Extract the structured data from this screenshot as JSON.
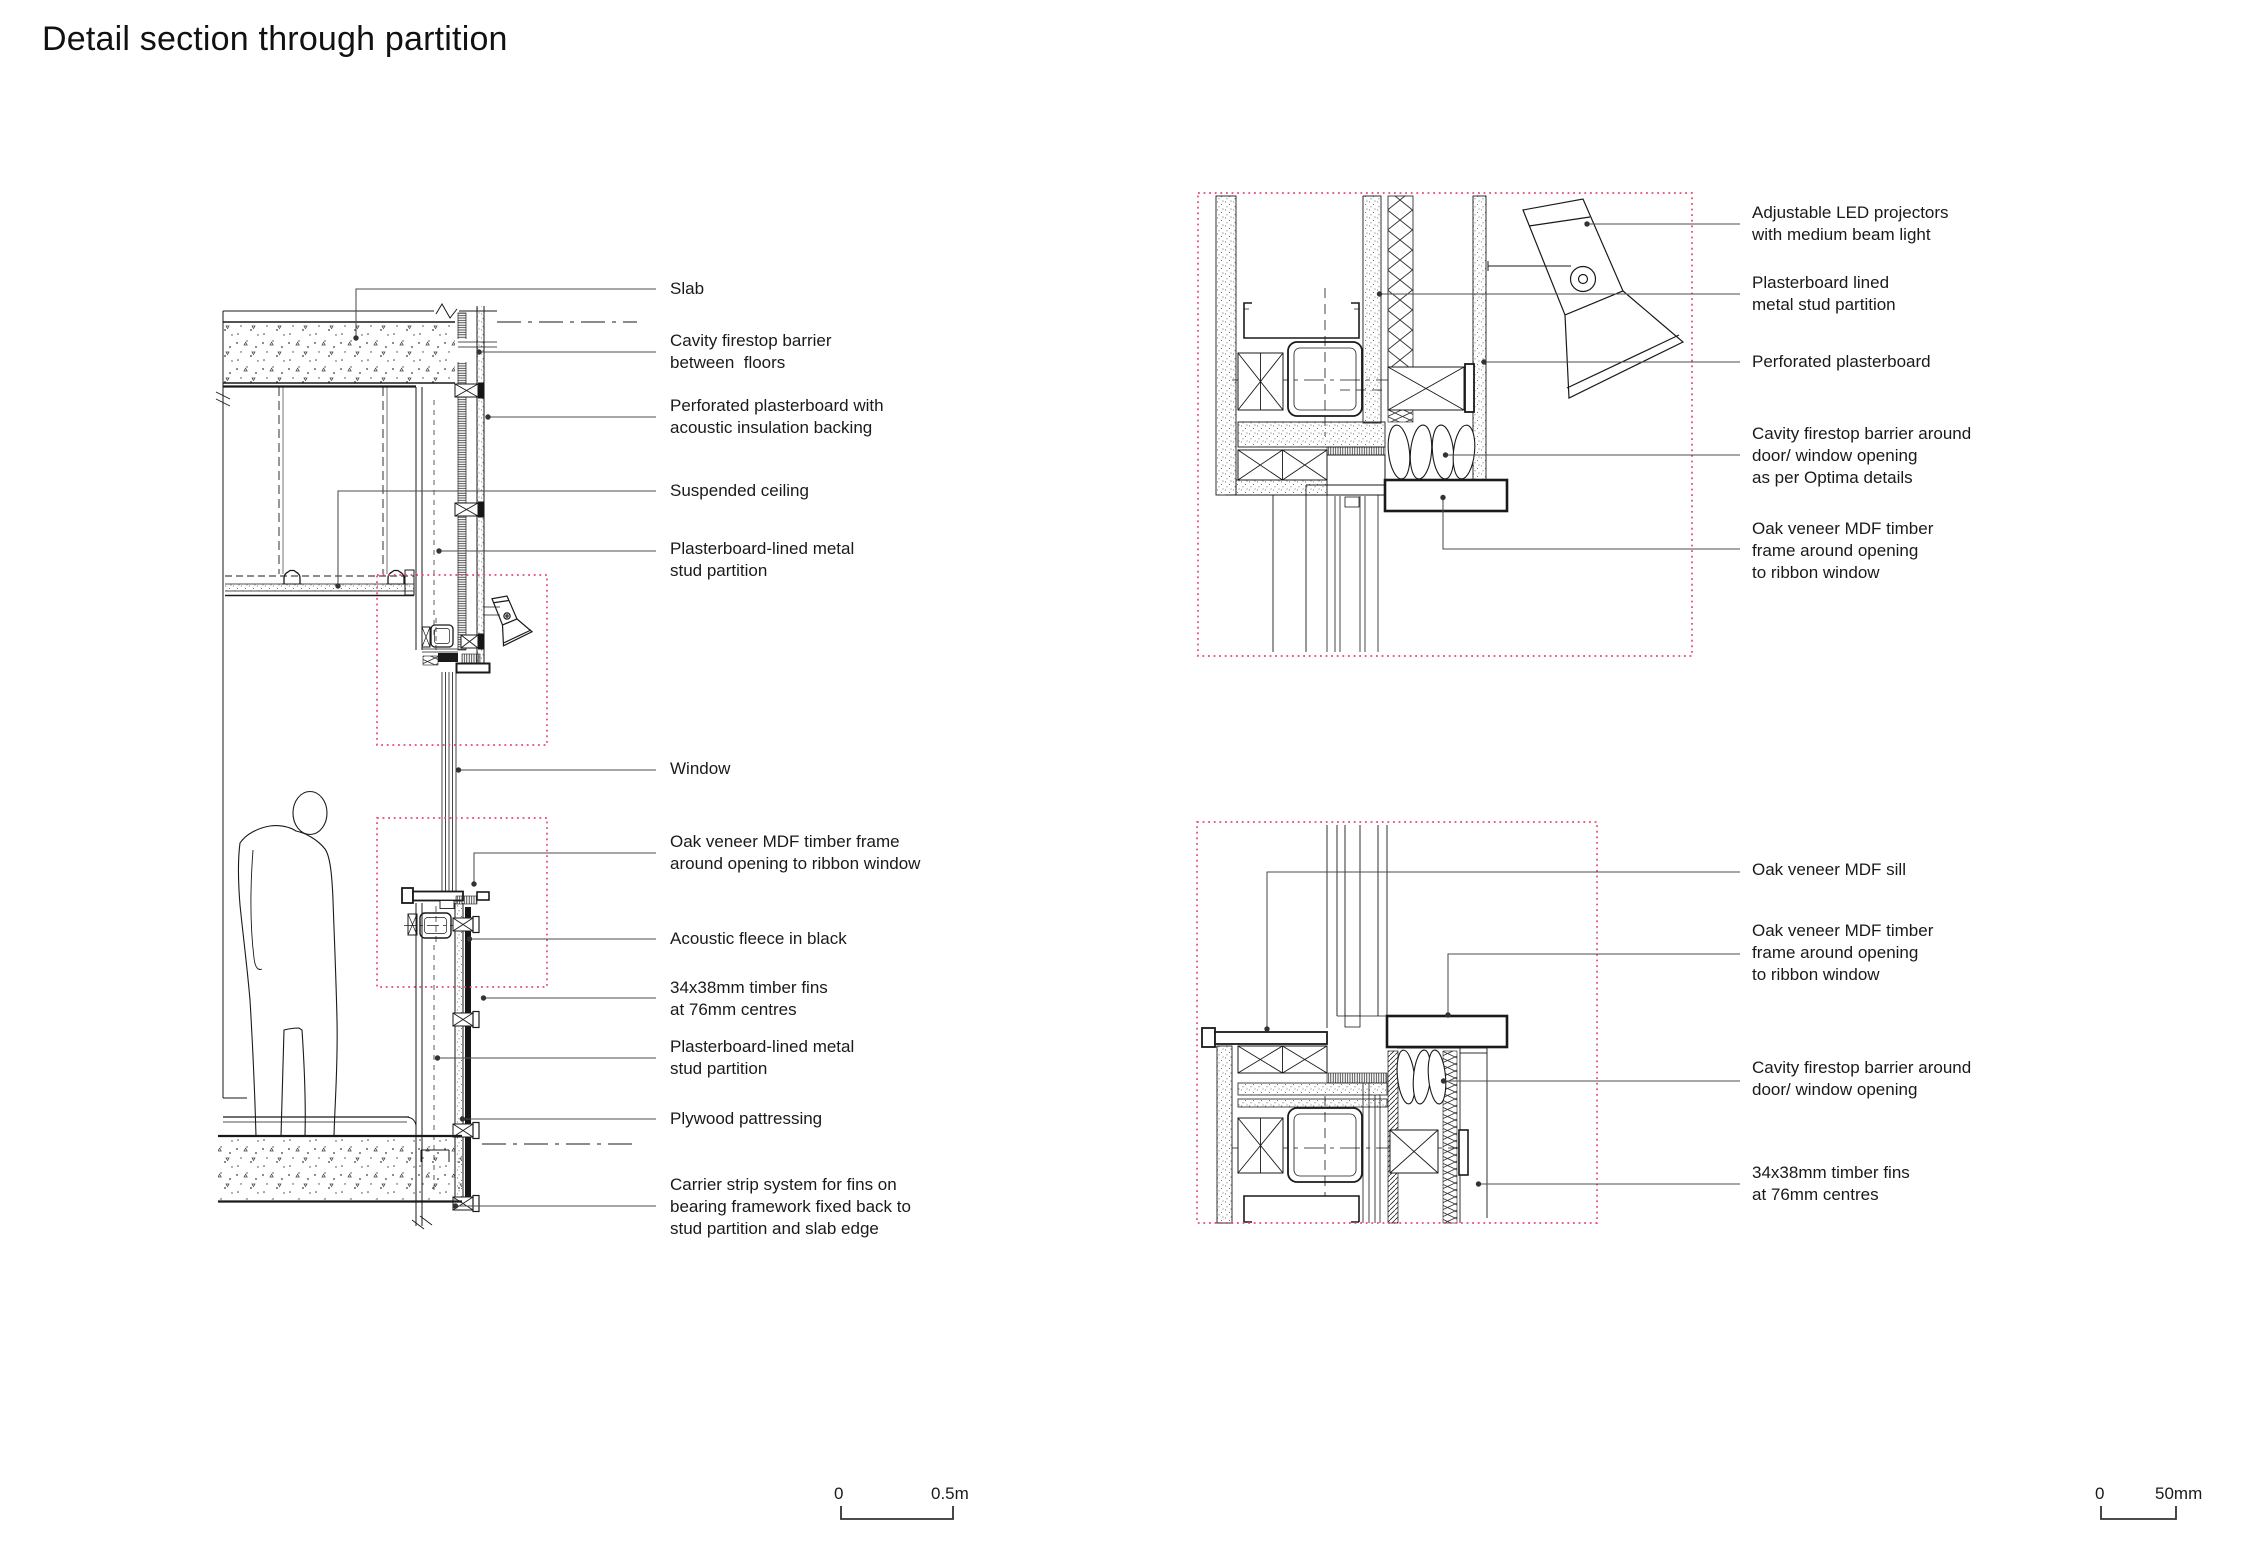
{
  "title": "Detail section through partition",
  "colors": {
    "line": "#1a1a1a",
    "leader": "#4d4d4d",
    "detail_box": "#e8486b",
    "background": "#ffffff"
  },
  "annotations": {
    "left": [
      "Slab",
      "Cavity firestop barrier\nbetween  floors",
      "Perforated plasterboard with\nacoustic insulation backing",
      "Suspended ceiling",
      "Plasterboard-lined metal\nstud partition",
      "Window",
      "Oak veneer MDF timber frame\naround opening to ribbon window",
      "Acoustic fleece in black",
      "34x38mm timber fins\nat 76mm centres",
      "Plasterboard-lined metal\nstud partition",
      "Plywood pattressing",
      "Carrier strip system for fins on\nbearing framework fixed back to\nstud partition and slab edge"
    ],
    "top_right": [
      "Adjustable LED projectors\nwith medium beam light",
      "Plasterboard lined\nmetal stud partition",
      "Perforated plasterboard",
      "Cavity firestop barrier around\ndoor/ window opening\nas per Optima details",
      "Oak veneer MDF timber\nframe around opening\nto ribbon window"
    ],
    "bottom_right": [
      "Oak veneer MDF sill",
      "Oak veneer MDF timber\nframe around opening\nto ribbon window",
      "Cavity firestop barrier around\ndoor/ window opening",
      "34x38mm timber fins\nat 76mm centres"
    ]
  },
  "scale_bars": {
    "section": {
      "zero": "0",
      "max": "0.5m"
    },
    "detail": {
      "zero": "0",
      "max": "50mm"
    }
  }
}
